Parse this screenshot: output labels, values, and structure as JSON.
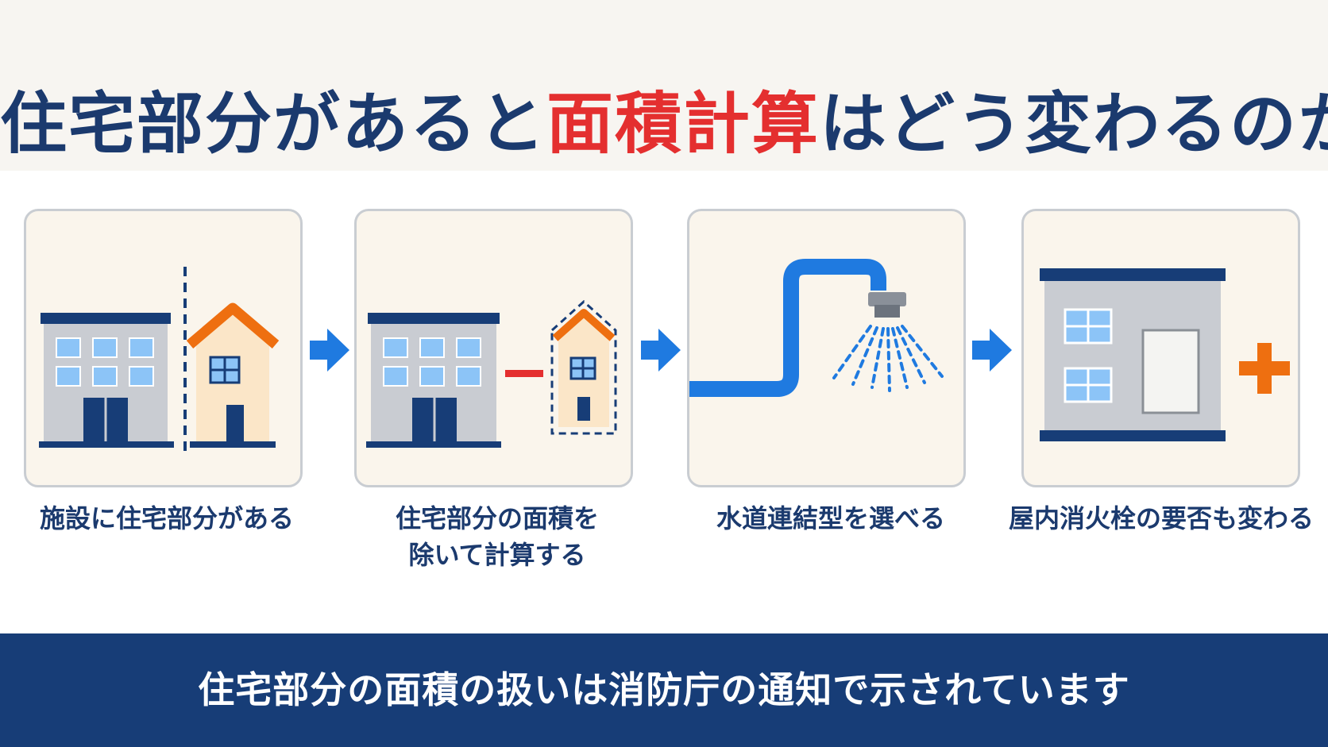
{
  "title": {
    "part1": "住宅部分があると",
    "accent": "面積計算",
    "part2": "はどう変わるのか"
  },
  "steps": [
    {
      "label_lines": [
        "施設に住宅部分がある"
      ],
      "icon": "building-with-house-icon"
    },
    {
      "label_lines": [
        "住宅部分の面積を",
        "除いて計算する"
      ],
      "icon": "building-minus-house-icon"
    },
    {
      "label_lines": [
        "水道連結型を選べる"
      ],
      "icon": "water-pipe-sprinkler-icon"
    },
    {
      "label_lines": [
        "屋内消火栓の要否も変わる"
      ],
      "icon": "building-plus-icon"
    }
  ],
  "footer": {
    "text": "住宅部分の面積の扱いは消防庁の通知で示されています"
  },
  "colors": {
    "title": "#1b3a6e",
    "accent": "#e42f2f",
    "arrow": "#1f7ae0",
    "house_roof": "#ee6f10",
    "footer_bg": "#173d77",
    "card_bg": "#faf5ec"
  }
}
